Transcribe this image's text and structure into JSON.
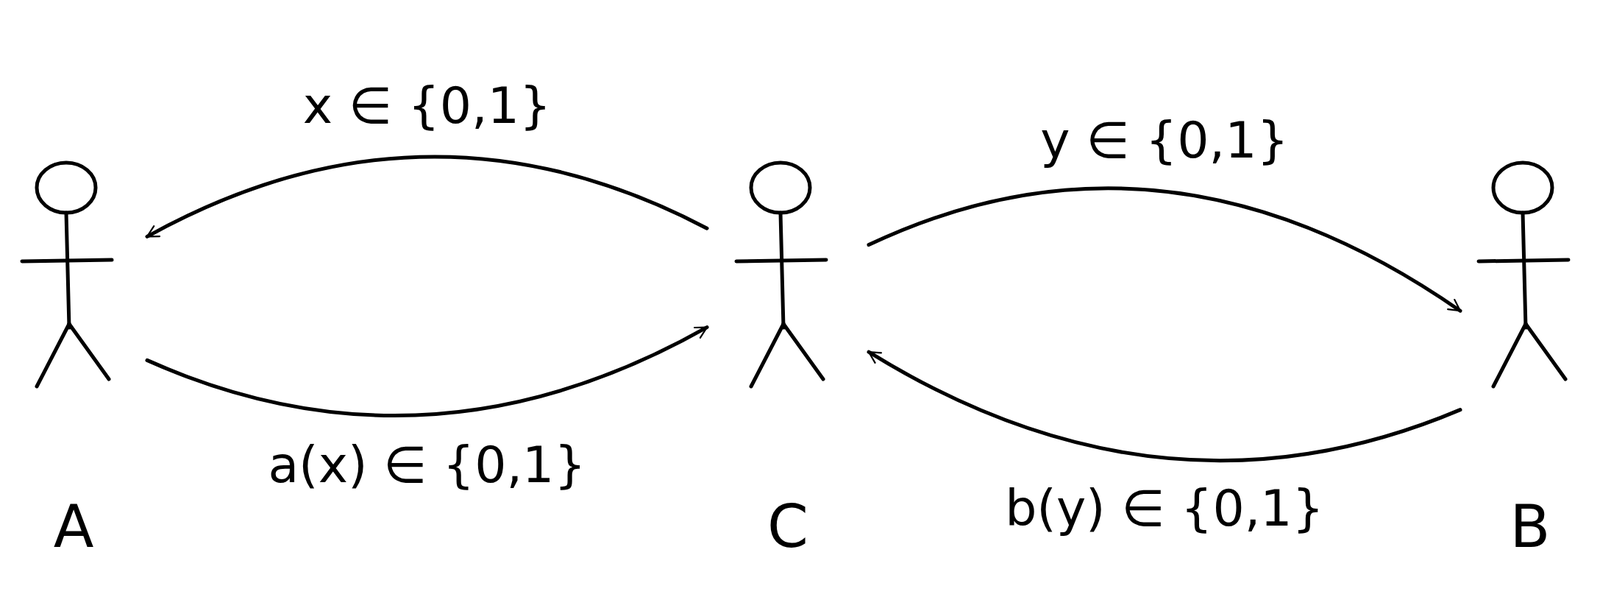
{
  "diagram": {
    "nodes": [
      {
        "text": [
          "A"
        ]
      },
      {
        "text": [
          "C"
        ]
      },
      {
        "text": [
          "B"
        ]
      }
    ],
    "edges": [
      {
        "from": 1,
        "to": 0,
        "arrow": "to",
        "label": "x ∈ {0,1}"
      },
      {
        "from": 0,
        "to": 1,
        "arrow": "to",
        "label": "a(x) ∈ {0,1}"
      },
      {
        "from": 1,
        "to": 2,
        "arrow": "to",
        "label": "y ∈ {0,1}"
      },
      {
        "from": 2,
        "to": 1,
        "arrow": "to",
        "label": "b(y) ∈ {0,1}"
      }
    ]
  }
}
